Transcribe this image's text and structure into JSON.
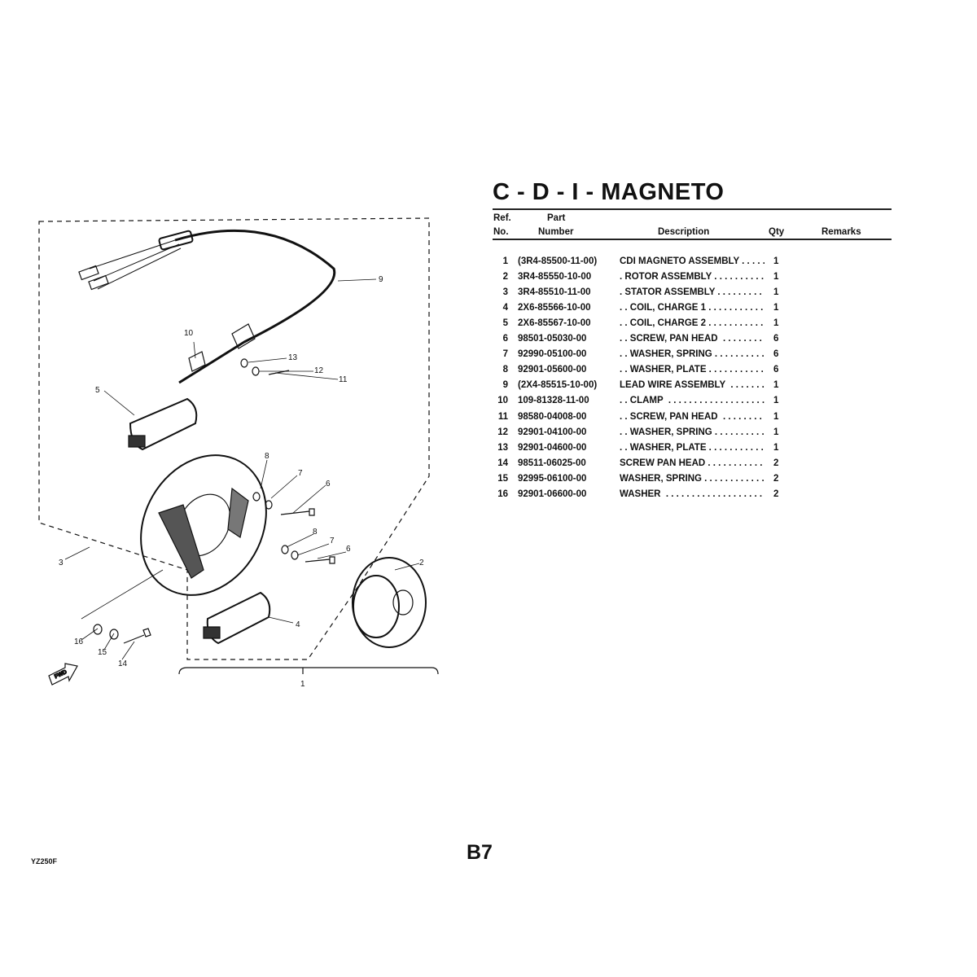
{
  "title": "C - D - I - MAGNETO",
  "table": {
    "headers": {
      "ref_line1": "Ref.",
      "ref_line2": "No.",
      "part_line1": "Part",
      "part_line2": "Number",
      "description": "Description",
      "qty": "Qty",
      "remarks": "Remarks"
    },
    "rows": [
      {
        "ref": "1",
        "part": "(3R4-85500-11-00)",
        "desc": "CDI MAGNETO ASSEMBLY . . . . . . . . . . . . . . . . . . . . .",
        "qty": "1",
        "remarks": ""
      },
      {
        "ref": "2",
        "part": "3R4-85550-10-00",
        "desc": ". ROTOR ASSEMBLY . . . . . . . . . . . . . . . . . . . . . .",
        "qty": "1",
        "remarks": ""
      },
      {
        "ref": "3",
        "part": "3R4-85510-11-00",
        "desc": ". STATOR ASSEMBLY . . . . . . . . . . . . . . . . . . . . . .",
        "qty": "1",
        "remarks": ""
      },
      {
        "ref": "4",
        "part": "2X6-85566-10-00",
        "desc": ". . COIL, CHARGE 1 . . . . . . . . . . . . . . . . . . . . . .",
        "qty": "1",
        "remarks": ""
      },
      {
        "ref": "5",
        "part": "2X6-85567-10-00",
        "desc": ". . COIL, CHARGE 2 . . . . . . . . . . . . . . . . . . . . . .",
        "qty": "1",
        "remarks": ""
      },
      {
        "ref": "6",
        "part": "98501-05030-00",
        "desc": ". . SCREW, PAN HEAD  . . . . . . . . . . . . . . . . . . . .",
        "qty": "6",
        "remarks": ""
      },
      {
        "ref": "7",
        "part": "92990-05100-00",
        "desc": ". . WASHER, SPRING . . . . . . . . . . . . . . . . . . . . . .",
        "qty": "6",
        "remarks": ""
      },
      {
        "ref": "8",
        "part": "92901-05600-00",
        "desc": ". . WASHER, PLATE . . . . . . . . . . . . . . . . . . . . . .",
        "qty": "6",
        "remarks": ""
      },
      {
        "ref": "9",
        "part": "(2X4-85515-10-00)",
        "desc": "LEAD WIRE ASSEMBLY  . . . . . . . . . . . . . . . . . . . .",
        "qty": "1",
        "remarks": ""
      },
      {
        "ref": "10",
        "part": "109-81328-11-00",
        "desc": ". . CLAMP  . . . . . . . . . . . . . . . . . . . . . . . . . .",
        "qty": "1",
        "remarks": ""
      },
      {
        "ref": "11",
        "part": "98580-04008-00",
        "desc": ". . SCREW, PAN HEAD  . . . . . . . . . . . . . . . . . . . .",
        "qty": "1",
        "remarks": ""
      },
      {
        "ref": "12",
        "part": "92901-04100-00",
        "desc": ". . WASHER, SPRING . . . . . . . . . . . . . . . . . . . . . .",
        "qty": "1",
        "remarks": ""
      },
      {
        "ref": "13",
        "part": "92901-04600-00",
        "desc": ". . WASHER, PLATE . . . . . . . . . . . . . . . . . . . . . .",
        "qty": "1",
        "remarks": ""
      },
      {
        "ref": "14",
        "part": "98511-06025-00",
        "desc": "SCREW PAN HEAD . . . . . . . . . . . . . . . . . . . . . .",
        "qty": "2",
        "remarks": ""
      },
      {
        "ref": "15",
        "part": "92995-06100-00",
        "desc": "WASHER, SPRING . . . . . . . . . . . . . . . . . . . . . .",
        "qty": "2",
        "remarks": ""
      },
      {
        "ref": "16",
        "part": "92901-06600-00",
        "desc": "WASHER  . . . . . . . . . . . . . . . . . . . . . . . . . .",
        "qty": "2",
        "remarks": ""
      }
    ]
  },
  "diagram": {
    "callouts": [
      "1",
      "2",
      "3",
      "4",
      "5",
      "6",
      "7",
      "8",
      "9",
      "10",
      "11",
      "12",
      "13",
      "14",
      "15",
      "16",
      "8",
      "7",
      "6"
    ],
    "fwd_label": "FWD"
  },
  "footer": {
    "page_number": "B7",
    "model": "YZ250F"
  }
}
